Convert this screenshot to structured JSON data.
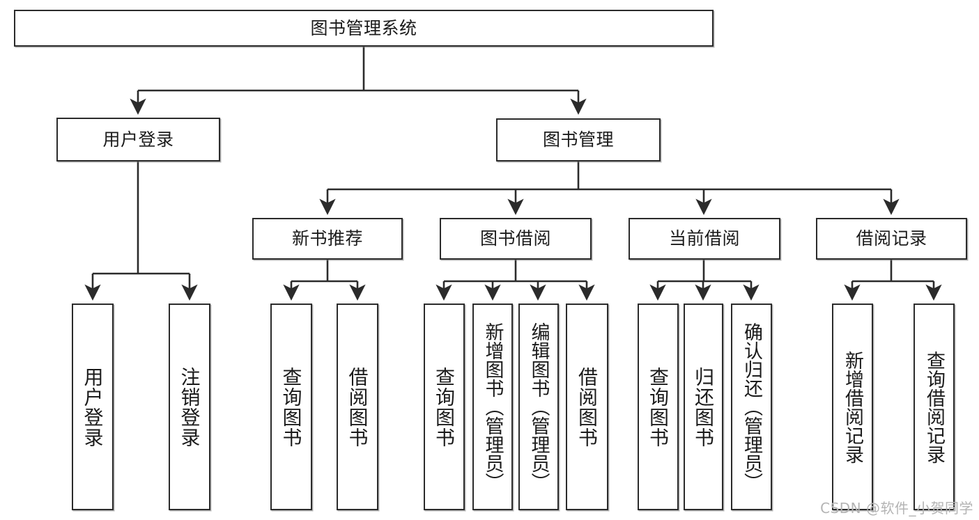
{
  "diagram": {
    "title": "图书管理系统",
    "watermark": "CSDN @软件_小贺同学",
    "line_color": "#2b2b2b",
    "box_fill": "#ffffff",
    "text_color": "#1b1b1b",
    "watermark_color": "#b4b4b4",
    "level2": [
      {
        "id": "user-login",
        "label": "用户登录"
      },
      {
        "id": "book-manage",
        "label": "图书管理"
      }
    ],
    "level3": [
      {
        "id": "new-book-recommend",
        "label": "新书推荐"
      },
      {
        "id": "book-borrow",
        "label": "图书借阅"
      },
      {
        "id": "current-borrow",
        "label": "当前借阅"
      },
      {
        "id": "borrow-record",
        "label": "借阅记录"
      }
    ],
    "leaves": {
      "user_login": [
        {
          "id": "leaf-user-login",
          "label": "用户登录"
        },
        {
          "id": "leaf-logout-login",
          "label": "注销登录"
        }
      ],
      "new_book_recommend": [
        {
          "id": "leaf-query-book-1",
          "label": "查询图书"
        },
        {
          "id": "leaf-borrow-book-1",
          "label": "借阅图书"
        }
      ],
      "book_borrow": [
        {
          "id": "leaf-query-book-2",
          "label": "查询图书"
        },
        {
          "id": "leaf-add-book",
          "label": "新增图书（管理员）"
        },
        {
          "id": "leaf-edit-book",
          "label": "编辑图书（管理员）"
        },
        {
          "id": "leaf-borrow-book-2",
          "label": "借阅图书"
        }
      ],
      "current_borrow": [
        {
          "id": "leaf-query-book-3",
          "label": "查询图书"
        },
        {
          "id": "leaf-return-book",
          "label": "归还图书"
        },
        {
          "id": "leaf-confirm-return",
          "label": "确认归还（管理员）"
        }
      ],
      "borrow_record": [
        {
          "id": "leaf-add-record",
          "label": "新增借阅记录"
        },
        {
          "id": "leaf-query-record",
          "label": "查询借阅记录"
        }
      ]
    }
  }
}
